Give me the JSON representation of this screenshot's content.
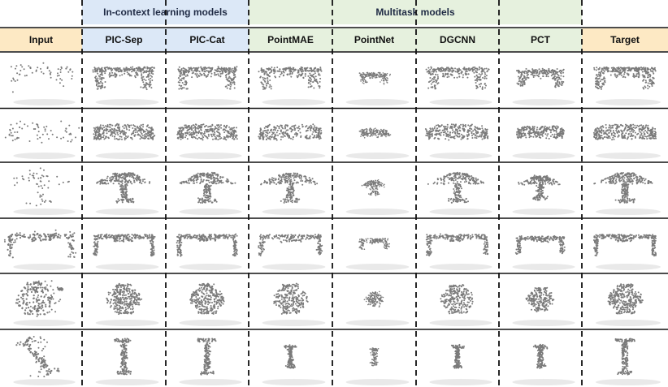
{
  "figure": {
    "groups": [
      {
        "label": "In-context learning models",
        "color": "#dce8f7",
        "span": [
          1,
          2
        ]
      },
      {
        "label": "Multitask models",
        "color": "#e6f1de",
        "span": [
          3,
          6
        ]
      }
    ],
    "columns": [
      {
        "label": "Input",
        "color": "#fde9c4",
        "style": "input"
      },
      {
        "label": "PIC-Sep",
        "color": "#dce8f7",
        "style": "good"
      },
      {
        "label": "PIC-Cat",
        "color": "#dce8f7",
        "style": "good"
      },
      {
        "label": "PointMAE",
        "color": "#e6f1de",
        "style": "ok"
      },
      {
        "label": "PointNet",
        "color": "#e6f1de",
        "style": "bad"
      },
      {
        "label": "DGCNN",
        "color": "#e6f1de",
        "style": "ok"
      },
      {
        "label": "PCT",
        "color": "#e6f1de",
        "style": "mid"
      },
      {
        "label": "Target",
        "color": "#fde9c4",
        "style": "target"
      }
    ],
    "rows": [
      {
        "object": "desk"
      },
      {
        "object": "sofa"
      },
      {
        "object": "lamp"
      },
      {
        "object": "table"
      },
      {
        "object": "vase"
      },
      {
        "object": "bottle"
      }
    ],
    "point_color": "#7b7b7b",
    "shadow_color": "#e4e4e4"
  }
}
